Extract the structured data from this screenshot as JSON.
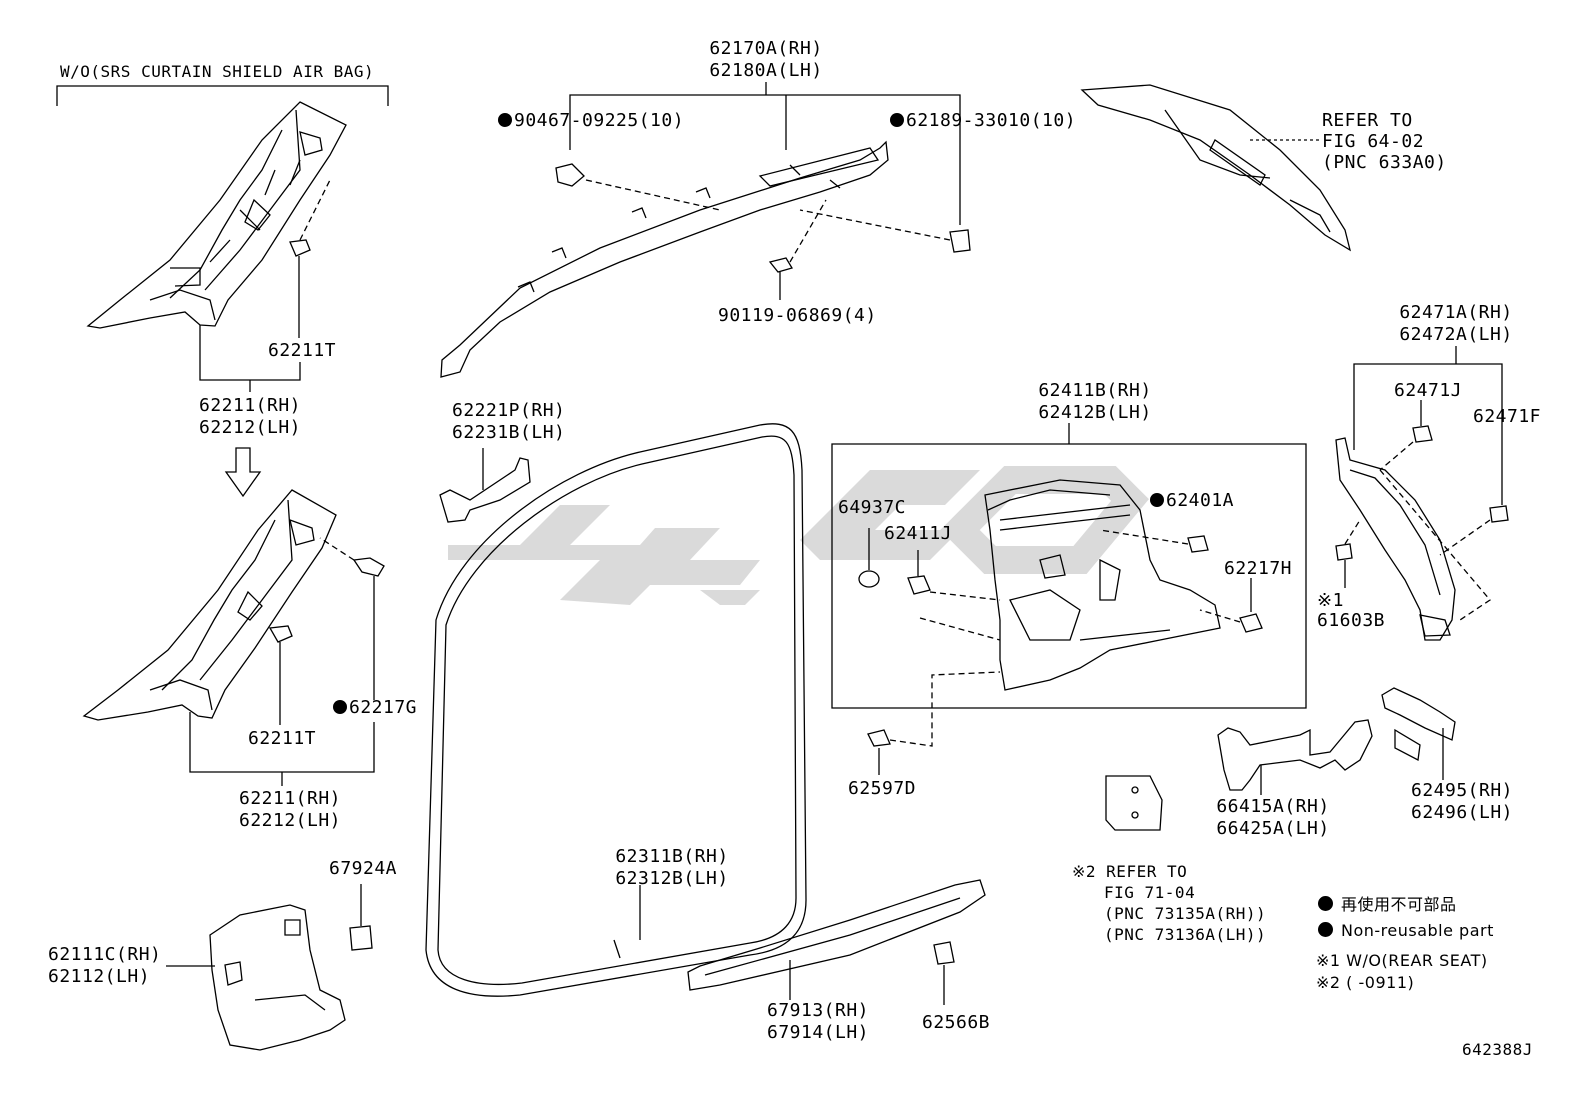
{
  "header_note": "W/O(SRS CURTAIN SHIELD AIR BAG)",
  "labels": {
    "p62170_rh": "62170A(RH)",
    "p62180_lh": "62180A(LH)",
    "p90467": "90467-09225(10)",
    "p62189": "62189-33010(10)",
    "p90119": "90119-06869(4)",
    "refer1_line1": "REFER TO",
    "refer1_line2": "FIG 64-02",
    "refer1_line3": "(PNC 633A0)",
    "p62211t_a": "62211T",
    "p62211_rh_a": "62211(RH)",
    "p62212_lh_a": "62212(LH)",
    "p62211t_b": "62211T",
    "p62217g": "62217G",
    "p62211_rh_b": "62211(RH)",
    "p62212_lh_b": "62212(LH)",
    "p62221p_rh": "62221P(RH)",
    "p62231b_lh": "62231B(LH)",
    "p62411b_rh": "62411B(RH)",
    "p62412b_lh": "62412B(LH)",
    "p64937c": "64937C",
    "p62411j": "62411J",
    "p62401a": "62401A",
    "p62217h": "62217H",
    "p62597d": "62597D",
    "p62471a_rh": "62471A(RH)",
    "p62472a_lh": "62472A(LH)",
    "p62471j": "62471J",
    "p62471f": "62471F",
    "note1_mark": "※1",
    "p61603b": "61603B",
    "p66415a_rh": "66415A(RH)",
    "p66425a_lh": "66425A(LH)",
    "p62495_rh": "62495(RH)",
    "p62496_lh": "62496(LH)",
    "p62311b_rh": "62311B(RH)",
    "p62312b_lh": "62312B(LH)",
    "p67924a": "67924A",
    "p62111c_rh": "62111C(RH)",
    "p62112_lh": "62112(LH)",
    "p67913_rh": "67913(RH)",
    "p67914_lh": "67914(LH)",
    "p62566b": "62566B",
    "refer2_line1": "※2 REFER TO",
    "refer2_line2": "FIG 71-04",
    "refer2_line3": "(PNC 73135A(RH))",
    "refer2_line4": "(PNC 73136A(LH))",
    "diagram_id": "642388J"
  },
  "legend": {
    "jp": "再使用不可部品",
    "en": "Non-reusable part",
    "note1": "※1 W/O(REAR SEAT)",
    "note2": "※2 (      -0911)"
  },
  "colors": {
    "line": "#000000",
    "watermark": "#d0d0d0"
  }
}
